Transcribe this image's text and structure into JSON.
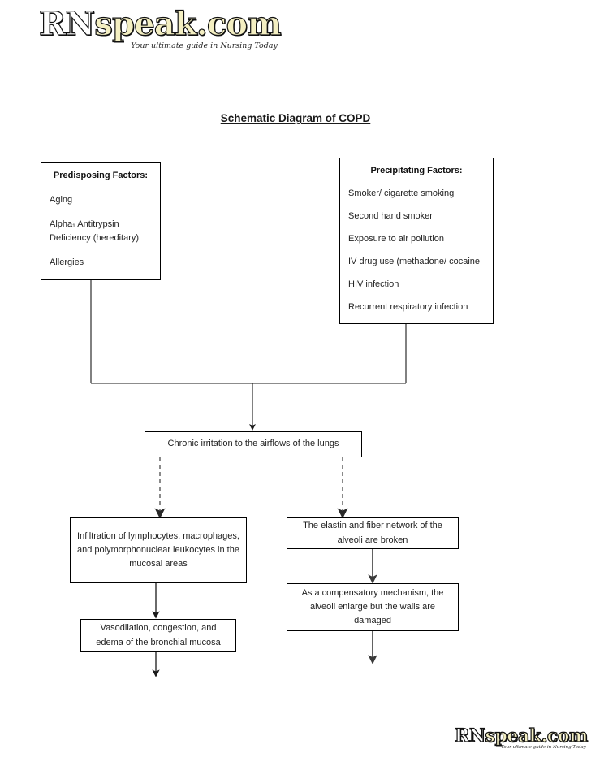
{
  "page": {
    "title": "Schematic Diagram of COPD"
  },
  "logo": {
    "word_primary": "RN",
    "word_secondary": "speak.com",
    "tagline": "Your ultimate guide in Nursing Today"
  },
  "colors": {
    "logo_fill": "#f4efc2",
    "logo_outline": "#111111",
    "box_border": "#000000",
    "arrow_solid": "#1a1a1a",
    "arrow_dashed": "#7d7d7d",
    "page_background": "#ffffff",
    "text": "#222222"
  },
  "boxes": {
    "predisposing": {
      "heading": "Predisposing Factors:",
      "items": [
        "Aging",
        "Alpha₁ Antitrypsin Deficiency (hereditary)",
        "Allergies"
      ]
    },
    "precipitating": {
      "heading": "Precipitating Factors:",
      "items": [
        "Smoker/ cigarette smoking",
        "Second hand smoker",
        "Exposure to air pollution",
        "IV drug use (methadone/ cocaine",
        "HIV infection",
        "Recurrent respiratory infection"
      ]
    },
    "chronic_irritation": {
      "text": "Chronic irritation to the airflows of the lungs"
    },
    "infiltration": {
      "text": "Infiltration of lymphocytes, macrophages, and polymorphonuclear leukocytes in the mucosal areas"
    },
    "elastin": {
      "text": "The elastin and fiber network of the alveoli are broken"
    },
    "compensatory": {
      "text": "As a compensatory mechanism, the alveoli enlarge but the walls are damaged"
    },
    "vasodilation": {
      "text": "Vasodilation, congestion, and edema of the bronchial mucosa"
    }
  },
  "connectors": [
    {
      "name": "predisposing-to-junction",
      "style": "solid",
      "arrow": false
    },
    {
      "name": "precipitating-to-junction",
      "style": "solid",
      "arrow": false
    },
    {
      "name": "junction-to-chronic-irritation",
      "style": "solid",
      "arrow": true
    },
    {
      "name": "chronic-irritation-to-infiltration",
      "style": "dashed",
      "arrow": true
    },
    {
      "name": "chronic-irritation-to-elastin",
      "style": "dashed",
      "arrow": true
    },
    {
      "name": "infiltration-to-vasodilation",
      "style": "solid",
      "arrow": true
    },
    {
      "name": "vasodilation-to-next",
      "style": "solid",
      "arrow": true
    },
    {
      "name": "elastin-to-compensatory",
      "style": "solid",
      "arrow": true
    },
    {
      "name": "compensatory-to-next",
      "style": "solid",
      "arrow": true
    }
  ]
}
